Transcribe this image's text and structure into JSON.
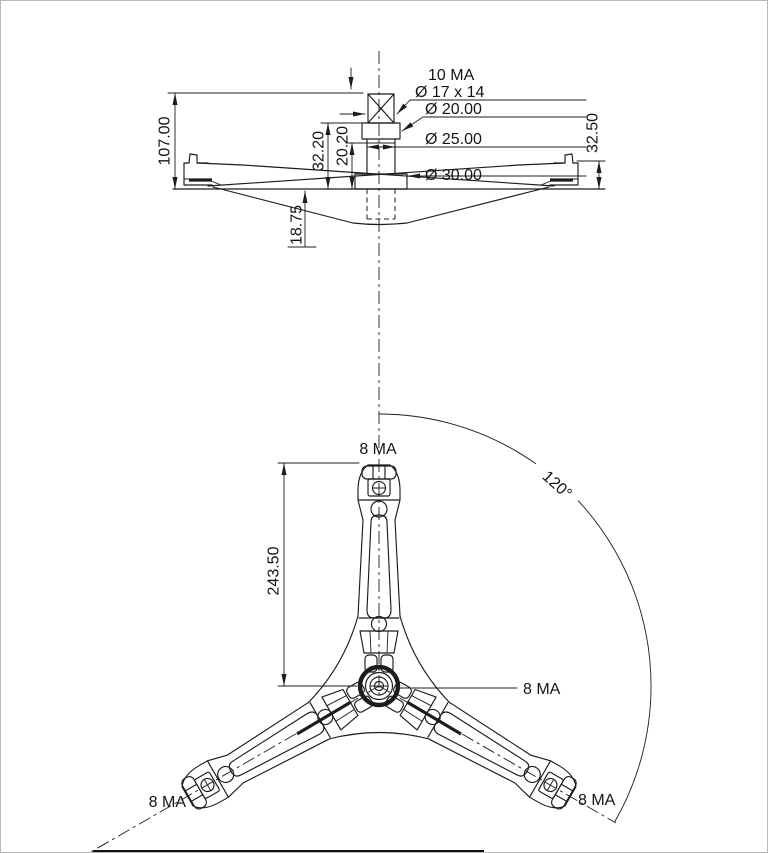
{
  "side_view": {
    "thread_label": "10 MA",
    "dia_17x14": "Ø 17 x 14",
    "dia_20": "Ø 20.00",
    "dia_25": "Ø 25.00",
    "dia_30": "Ø 30.00",
    "dim_107": "107.00",
    "dim_32_50": "32.50",
    "dim_32_20": "32.20",
    "dim_20_20": "20.20",
    "dim_18_75": "18.75"
  },
  "front_view": {
    "dim_243_50": "243.50",
    "angle_120": "120°",
    "bolt_label_top": "8 MA",
    "bolt_label_center": "8 MA",
    "bolt_label_left": "8 MA",
    "bolt_label_right": "8 MA"
  },
  "colors": {
    "line": "#1c1c1c",
    "background": "#ffffff",
    "page_border": "#b9b9b9"
  }
}
